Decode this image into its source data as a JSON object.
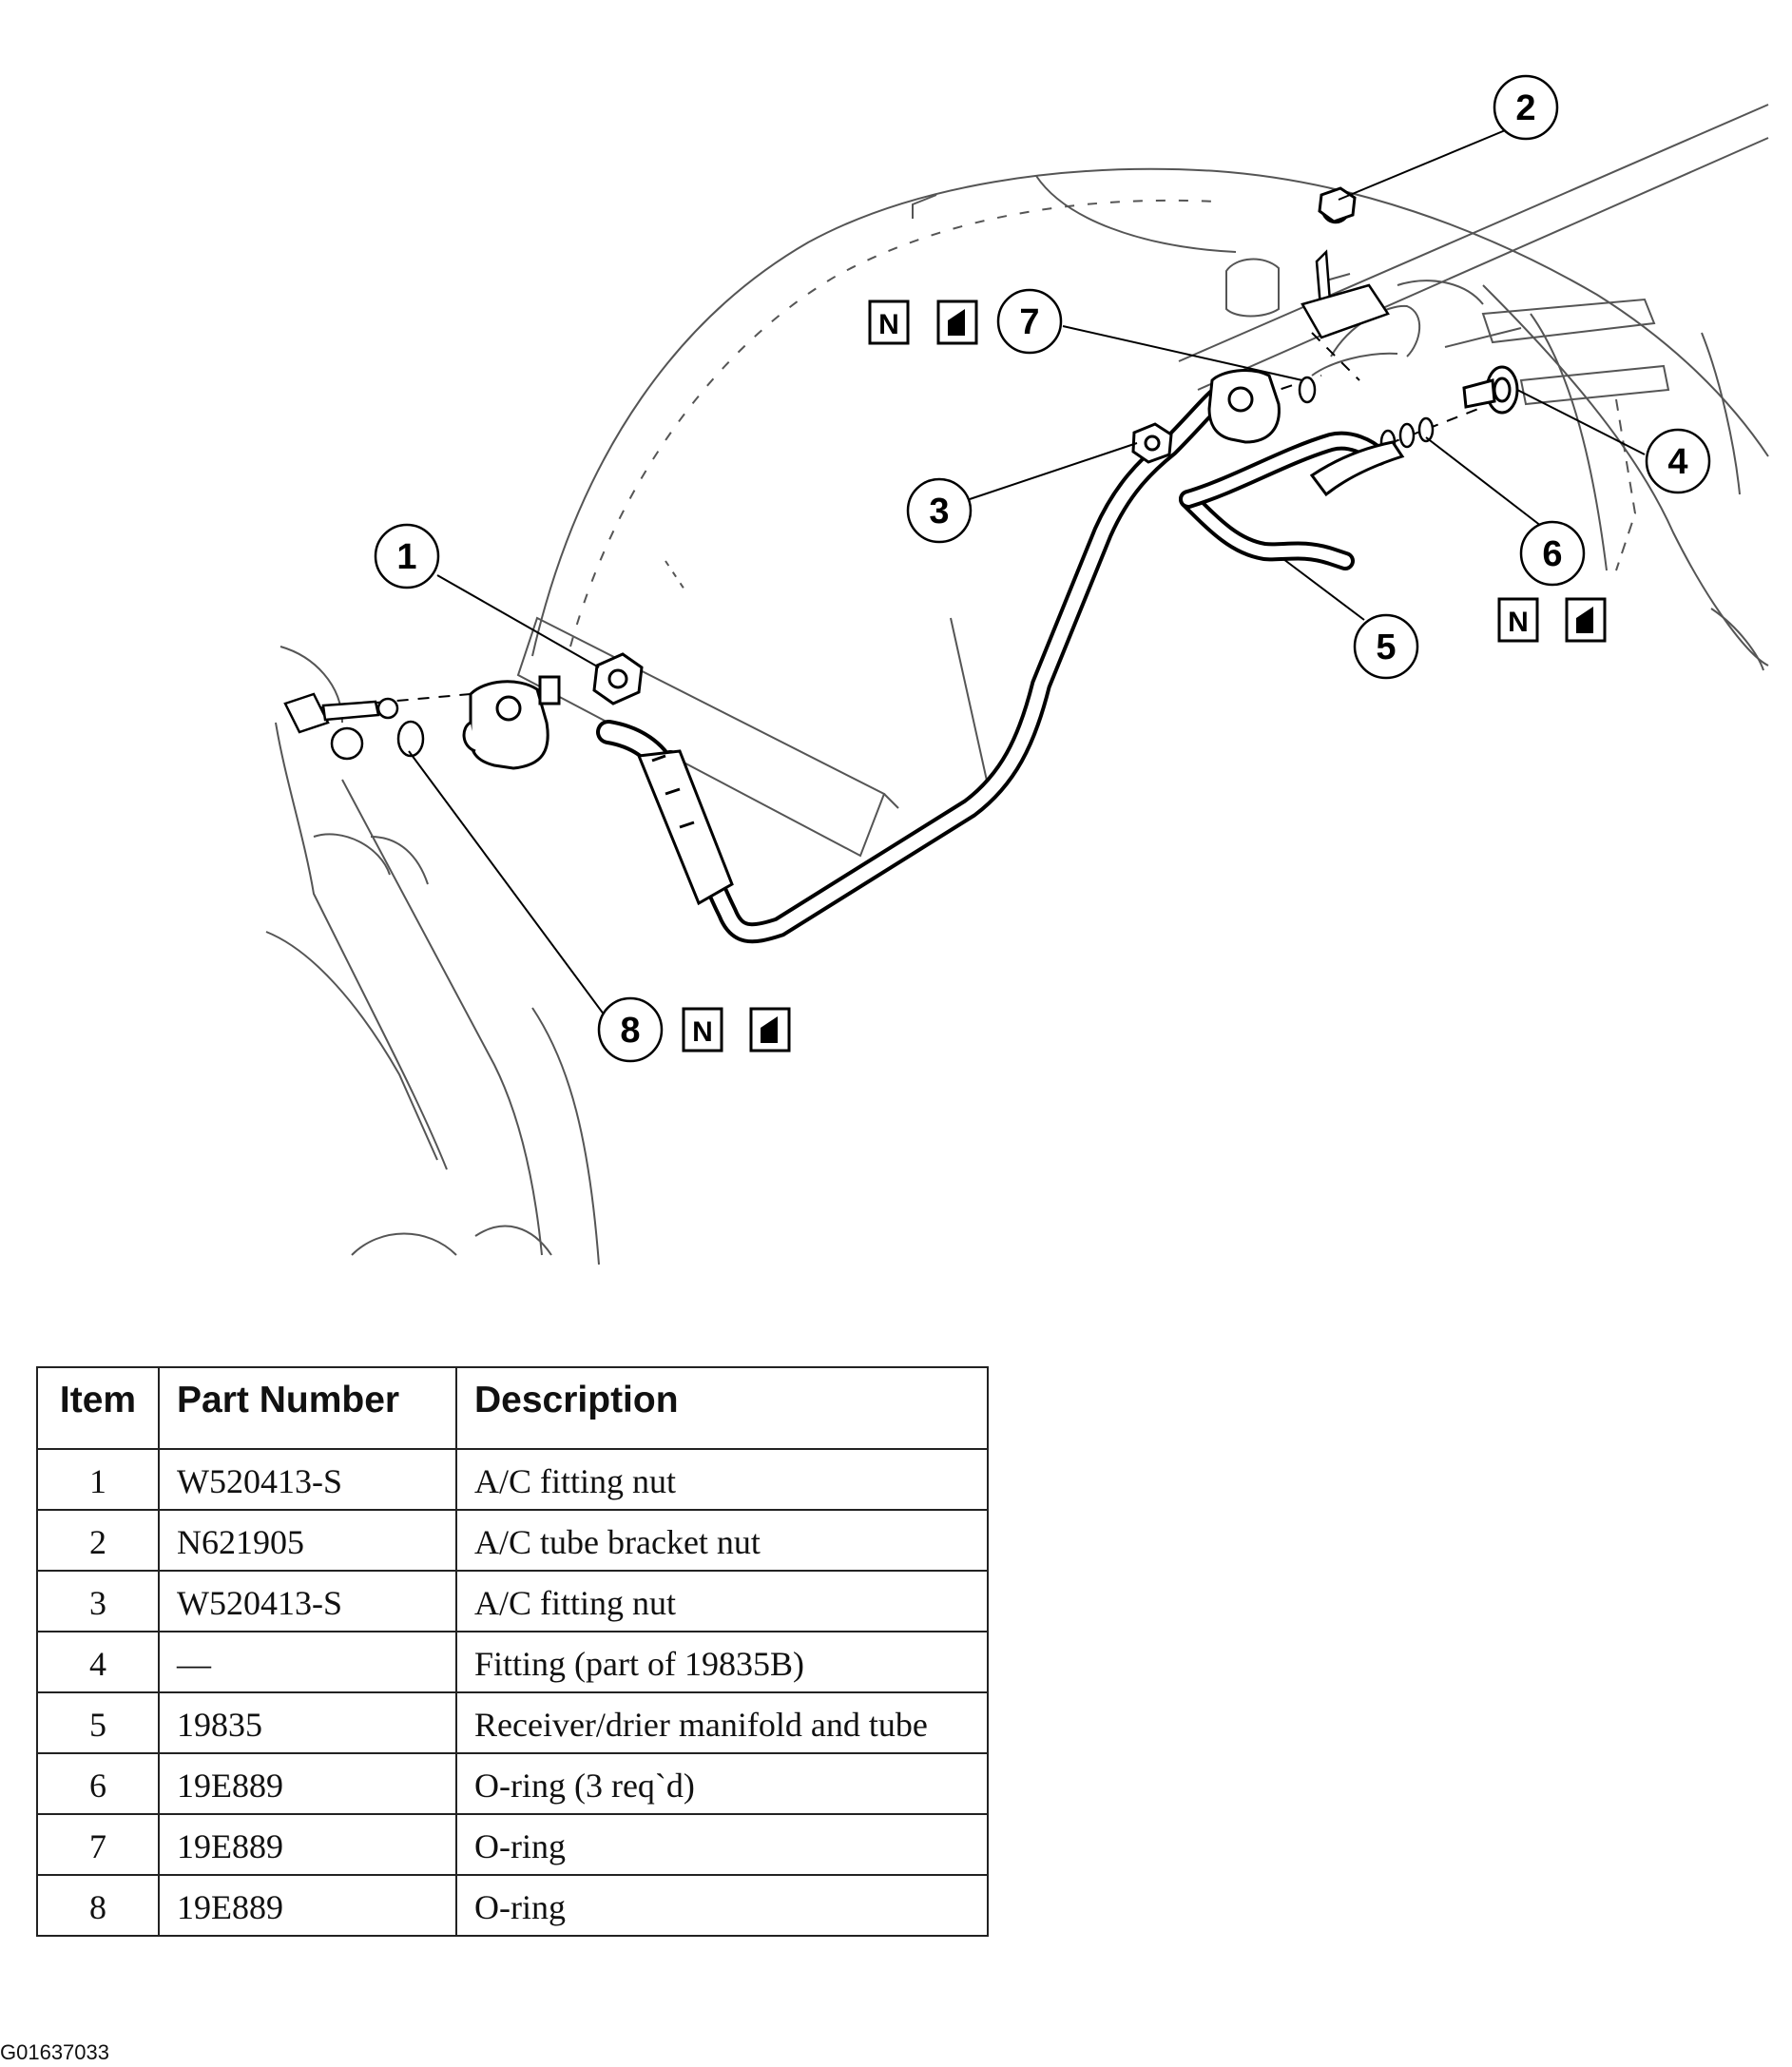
{
  "diagram": {
    "callouts": [
      "1",
      "2",
      "3",
      "4",
      "5",
      "6",
      "7",
      "8"
    ],
    "badge_letter": "N"
  },
  "table": {
    "headers": {
      "item": "Item",
      "part_number": "Part Number",
      "description": "Description"
    },
    "rows": [
      {
        "item": "1",
        "part_number": "W520413-S",
        "description": "A/C fitting nut"
      },
      {
        "item": "2",
        "part_number": "N621905",
        "description": "A/C tube bracket nut"
      },
      {
        "item": "3",
        "part_number": "W520413-S",
        "description": "A/C fitting nut"
      },
      {
        "item": "4",
        "part_number": "—",
        "description": "Fitting (part of 19835B)"
      },
      {
        "item": "5",
        "part_number": "19835",
        "description": "Receiver/drier manifold and tube"
      },
      {
        "item": "6",
        "part_number": "19E889",
        "description": "O-ring (3 req`d)"
      },
      {
        "item": "7",
        "part_number": "19E889",
        "description": "O-ring"
      },
      {
        "item": "8",
        "part_number": "19E889",
        "description": "O-ring"
      }
    ]
  },
  "figure_id": "G01637033"
}
